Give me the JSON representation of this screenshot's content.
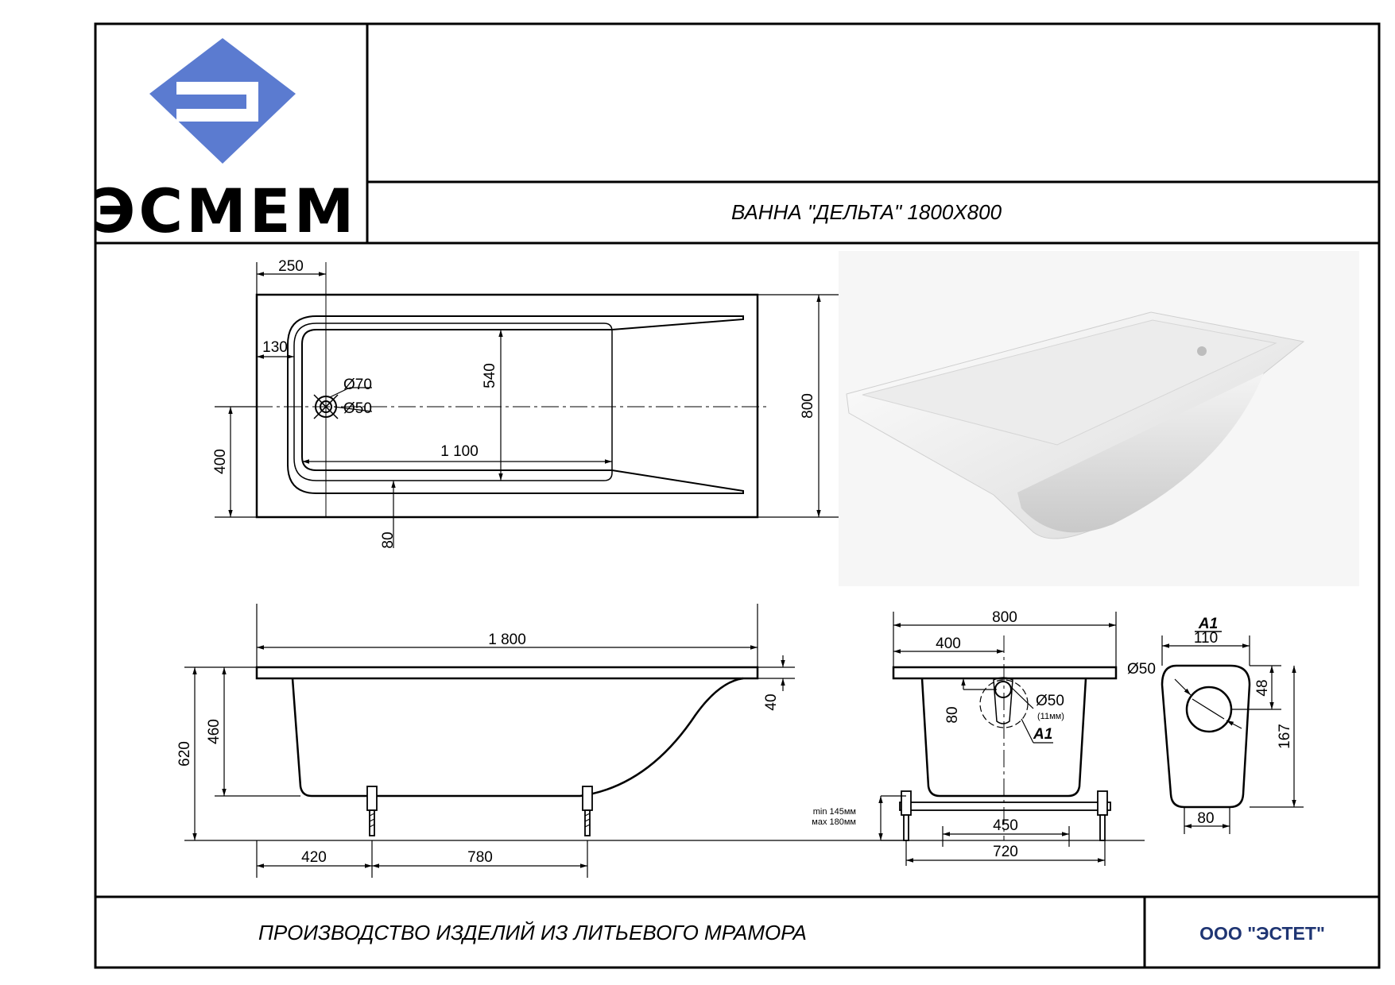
{
  "logo": {
    "word": "ЭСМЕМ",
    "emblem_color": "#5b7bd0",
    "emblem_dark": "#3c5ab8"
  },
  "title": {
    "product": "ВАННА \"ДЕЛЬТА\" 1800X800"
  },
  "footer": {
    "slogan": "ПРОИЗВОДСТВО ИЗДЕЛИЙ ИЗ ЛИТЬЕВОГО МРАМОРА",
    "company": "ООО \"ЭСТЕТ\""
  },
  "top_view": {
    "d250": "250",
    "d130": "130",
    "d540": "540",
    "d70": "Ø70",
    "d50": "Ø50",
    "d1100": "1 100",
    "d400": "400",
    "d80": "80",
    "d800": "800"
  },
  "side_view": {
    "d1800": "1 800",
    "d40": "40",
    "d620": "620",
    "d460": "460",
    "d420": "420",
    "d780": "780"
  },
  "end_view": {
    "d800": "800",
    "d400": "400",
    "d80": "80",
    "d50": "Ø50",
    "d11": "(11мм)",
    "a1": "A1",
    "d450": "450",
    "d720": "720",
    "leg_min": "min 145мм",
    "leg_max": "мах 180мм"
  },
  "detail_a1": {
    "label": "A1",
    "d110": "110",
    "d50": "Ø50",
    "d48": "48",
    "d167": "167",
    "d80": "80"
  }
}
